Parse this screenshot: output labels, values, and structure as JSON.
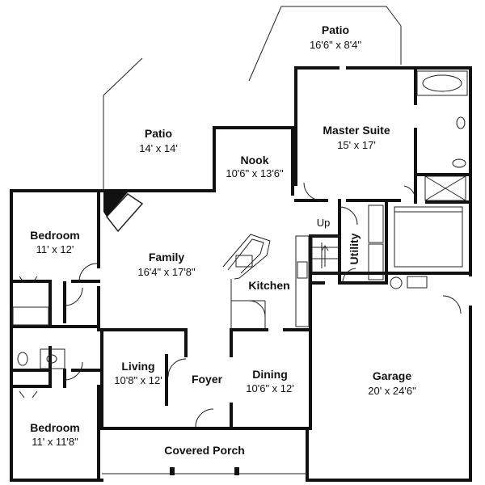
{
  "rooms": {
    "patio_top": {
      "name": "Patio",
      "dim": "16'6\" x 8'4\""
    },
    "patio_left": {
      "name": "Patio",
      "dim": "14' x 14'"
    },
    "nook": {
      "name": "Nook",
      "dim": "10'6\" x 13'6\""
    },
    "master_suite": {
      "name": "Master Suite",
      "dim": "15' x 17'"
    },
    "bedroom_upper": {
      "name": "Bedroom",
      "dim": "11' x 12'"
    },
    "family": {
      "name": "Family",
      "dim": "16'4\" x 17'8\""
    },
    "kitchen": {
      "name": "Kitchen"
    },
    "utility": {
      "name": "Utility"
    },
    "living": {
      "name": "Living",
      "dim": "10'8\" x 12'"
    },
    "foyer": {
      "name": "Foyer"
    },
    "dining": {
      "name": "Dining",
      "dim": "10'6\" x 12'"
    },
    "garage": {
      "name": "Garage",
      "dim": "20' x 24'6\""
    },
    "bedroom_lower": {
      "name": "Bedroom",
      "dim": "11' x 11'8\""
    },
    "covered_porch": {
      "name": "Covered Porch"
    }
  },
  "labels": {
    "up": "Up"
  }
}
